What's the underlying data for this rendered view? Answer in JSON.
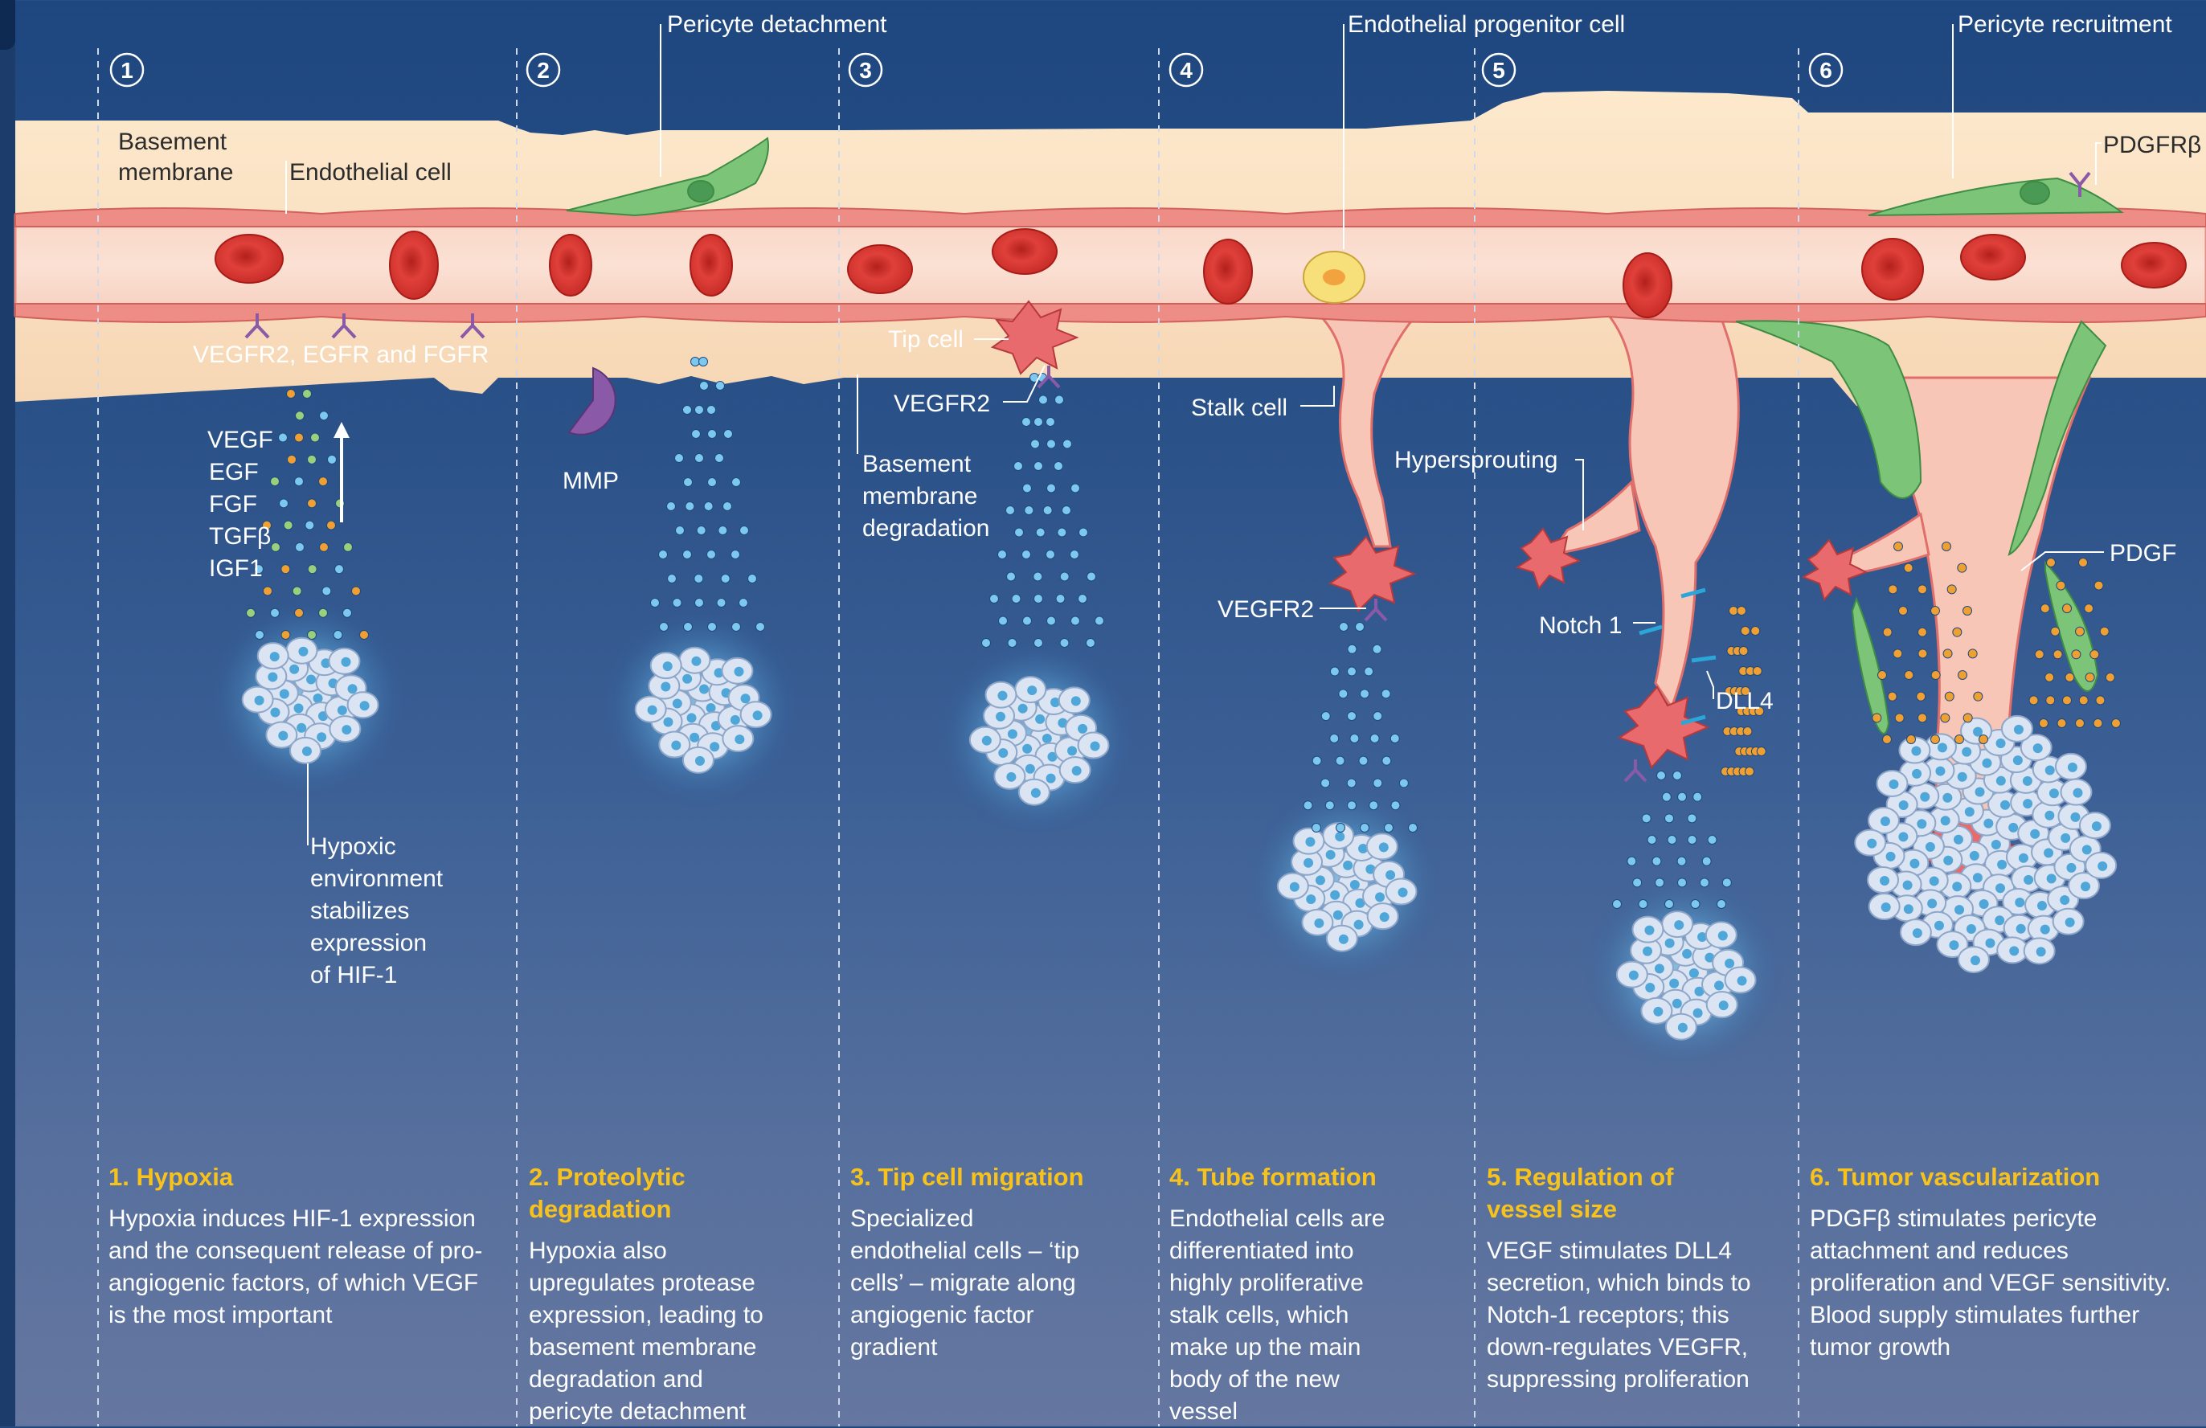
{
  "steps": [
    {
      "num": "1",
      "title": "1. Hypoxia",
      "text": "Hypoxia induces HIF-1 expression and the consequent release of pro-angiogenic factors, of which VEGF is the most important"
    },
    {
      "num": "2",
      "title": "2. Proteolytic degradation",
      "text": "Hypoxia also upregulates protease expression, leading to basement membrane degradation and pericyte detachment"
    },
    {
      "num": "3",
      "title": "3. Tip cell migration",
      "text": "Specialized endothelial cells – ‘tip cells’ – migrate along angiogenic factor gradient"
    },
    {
      "num": "4",
      "title": "4. Tube formation",
      "text": "Endothelial cells are differentiated into highly proliferative stalk cells, which make up the main body of the new vessel"
    },
    {
      "num": "5",
      "title": "5. Regulation of vessel size",
      "text": "VEGF stimulates DLL4 secretion, which binds to Notch-1 receptors; this down-regulates VEGFR, suppressing proliferation"
    },
    {
      "num": "6",
      "title": "6. Tumor vascularization",
      "text": "PDGFβ stimulates pericyte attachment and reduces proliferation and VEGF sensitivity. Blood supply stimulates further tumor growth"
    }
  ],
  "labels": {
    "pericyte_detachment": "Pericyte detachment",
    "endothelial_progenitor": "Endothelial progenitor cell",
    "pericyte_recruitment": "Pericyte recruitment",
    "basement_membrane_1": "Basement",
    "basement_membrane_2": "membrane",
    "endothelial_cell": "Endothelial cell",
    "pdgfrb": "PDGFRβ",
    "receptors": "VEGFR2, EGFR and FGFR",
    "tip_cell": "Tip cell",
    "vegfr2_a": "VEGFR2",
    "vegfr2_b": "VEGFR2",
    "stalk_cell": "Stalk cell",
    "hypersprouting": "Hypersprouting",
    "bm_degradation_1": "Basement",
    "bm_degradation_2": "membrane",
    "bm_degradation_3": "degradation",
    "mmp": "MMP",
    "notch1": "Notch 1",
    "dll4": "DLL4",
    "pdgf": "PDGF",
    "factor_vegf": "VEGF",
    "factor_egf": "EGF",
    "factor_fgf": "FGF",
    "factor_tgfb": "TGFβ",
    "factor_igf1": "IGF1",
    "hypoxic_1": "Hypoxic",
    "hypoxic_2": "environment",
    "hypoxic_3": "stabilizes",
    "hypoxic_4": "expression",
    "hypoxic_5": "of HIF-1"
  },
  "colors": {
    "background_top": "#1f477f",
    "background_bottom": "#6577a0",
    "vessel_wall": "#fbe6c9",
    "lumen": "#f7d2c2",
    "endothelium": "#ef8a86",
    "red_cell": "#d7322c",
    "pericyte": "#7cc477",
    "tip_cell": "#e86a6c",
    "tumor_cell": "#dbe4f2",
    "tumor_nucleus": "#4fa6d8",
    "vegf_dot": "#7cc8ee",
    "orange_dot": "#f0a033",
    "mmp": "#8a5aa8",
    "caption_title": "#f7c21c"
  }
}
